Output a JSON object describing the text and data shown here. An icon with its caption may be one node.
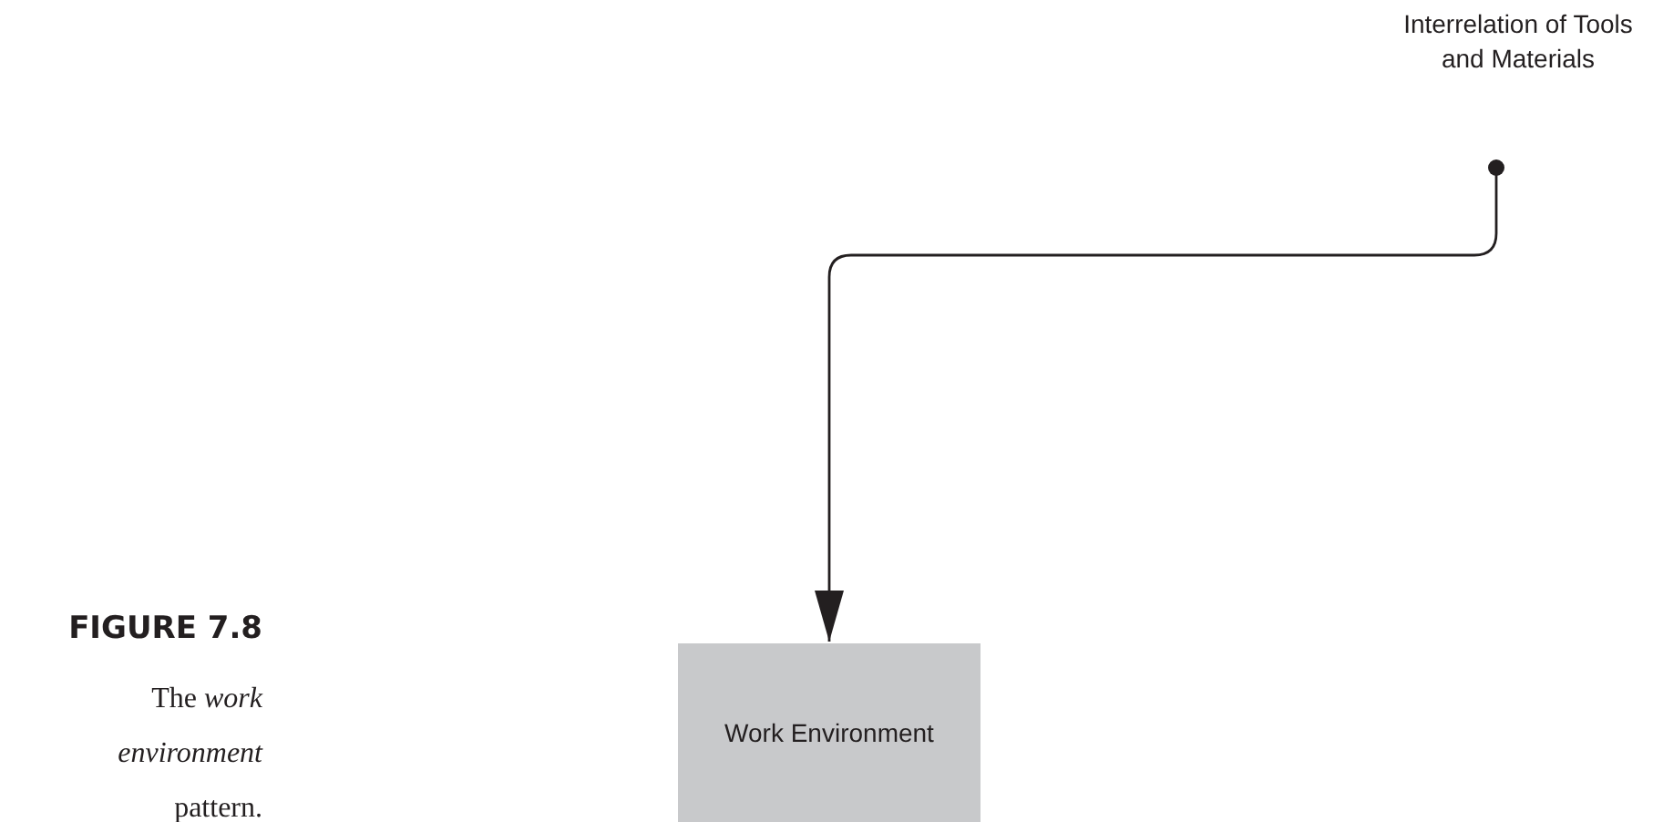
{
  "diagram": {
    "title": "FIGURE 7.8",
    "caption": "The *work environment* pattern.",
    "nodes": [
      {
        "text": [
          "Interrelation of Tools and Materials"
        ]
      },
      {
        "text": [
          "Work Environment"
        ]
      }
    ],
    "edges": [
      {
        "from": 0,
        "to": 1,
        "arrow": "to"
      }
    ]
  }
}
